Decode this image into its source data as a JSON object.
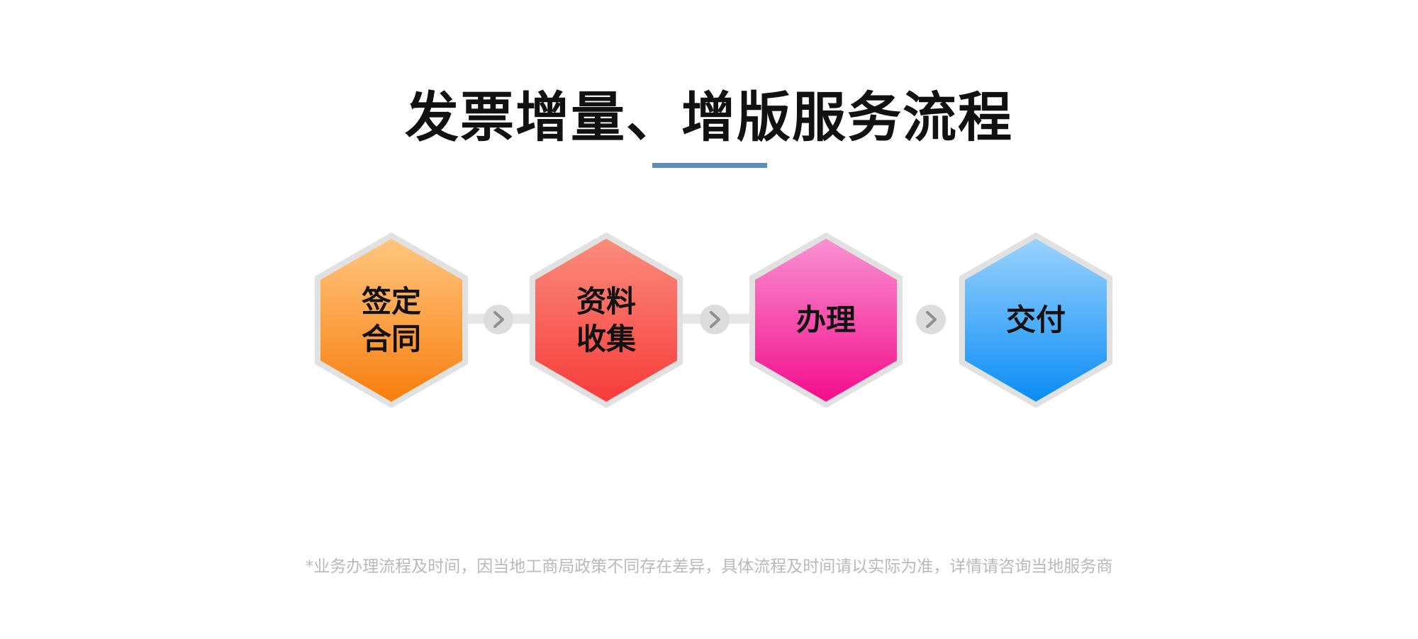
{
  "title": "发票增量、增版服务流程",
  "steps": [
    {
      "line1": "签定",
      "line2": "合同",
      "color_top": "#ffc680",
      "color_bottom": "#f77e0d"
    },
    {
      "line1": "资料",
      "line2": "收集",
      "color_top": "#f98c7b",
      "color_bottom": "#f83b3b"
    },
    {
      "line1": "办理",
      "line2": "",
      "color_top": "#f891d2",
      "color_bottom": "#f40d8a"
    },
    {
      "line1": "交付",
      "line2": "",
      "color_top": "#9ad2fd",
      "color_bottom": "#0a8cf5"
    }
  ],
  "arrow_icon": "chevron-right-icon",
  "colors": {
    "accent_underline": "#5b8db8",
    "hex_border": "#e1e1e1",
    "connector": "#e6e6e6",
    "footnote": "#b9b9b9"
  },
  "footnote": "*业务办理流程及时间，因当地工商局政策不同存在差异，具体流程及时间请以实际为准，详情请咨询当地服务商"
}
